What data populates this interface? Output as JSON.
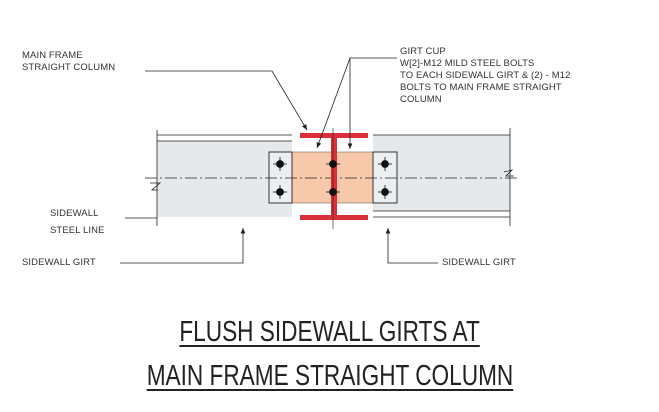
{
  "labels": {
    "main_frame_column": [
      "MAIN FRAME",
      "STRAIGHT COLUMN"
    ],
    "girt_cup": [
      "GIRT CUP",
      "W[2]-M12 MILD STEEL BOLTS",
      "TO EACH SIDEWALL GIRT & (2) - M12",
      "BOLTS TO MAIN FRAME STRAIGHT",
      "COLUMN"
    ],
    "sidewall_steel_line": [
      "SIDEWALL",
      "STEEL LINE"
    ],
    "sidewall_girt_left": "SIDEWALL GIRT",
    "sidewall_girt_right": "SIDEWALL GIRT"
  },
  "title": [
    "FLUSH SIDEWALL GIRTS AT",
    "MAIN FRAME STRAIGHT COLUMN"
  ],
  "colors": {
    "column": "#d9303a",
    "girt_cup": "#f7c9aa",
    "girt": "#e6e9ec",
    "line": "#222222"
  }
}
